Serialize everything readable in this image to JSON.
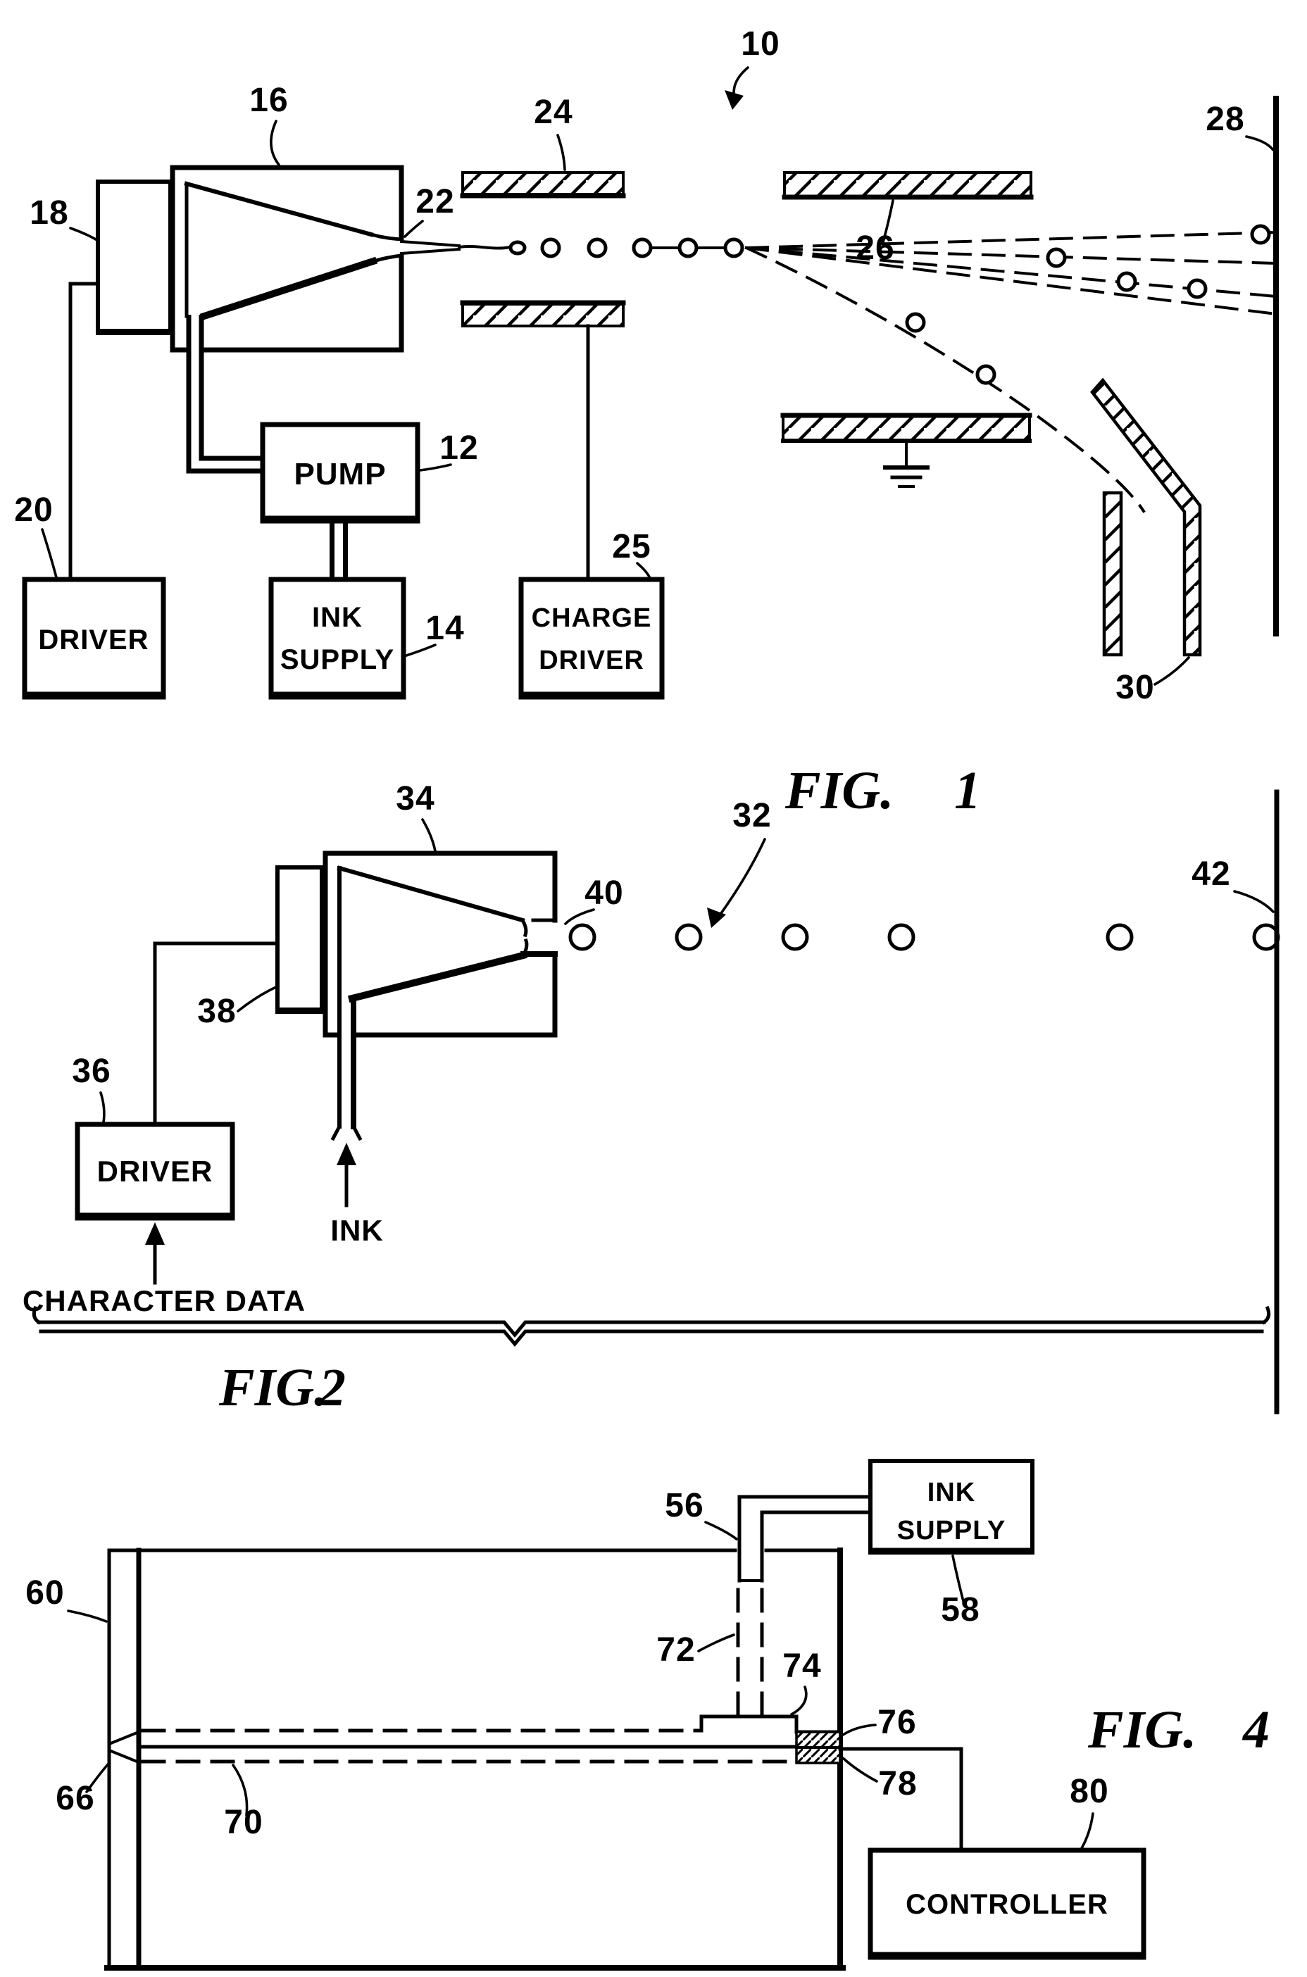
{
  "fig1": {
    "figure_label": "FIG.",
    "figure_number": "1",
    "refs": {
      "r10": "10",
      "r12": "12",
      "r14": "14",
      "r16": "16",
      "r18": "18",
      "r20": "20",
      "r22": "22",
      "r24": "24",
      "r25": "25",
      "r26": "26",
      "r28": "28",
      "r30": "30"
    },
    "driver_box": "DRIVER",
    "pump_box": "PUMP",
    "ink_supply_line1": "INK",
    "ink_supply_line2": "SUPPLY",
    "charge_driver_line1": "CHARGE",
    "charge_driver_line2": "DRIVER"
  },
  "fig2": {
    "figure_label": "FIG.",
    "figure_number": "2",
    "refs": {
      "r32": "32",
      "r34": "34",
      "r36": "36",
      "r38": "38",
      "r40": "40",
      "r42": "42"
    },
    "driver_box": "DRIVER",
    "ink_label": "INK",
    "character_data_label": "CHARACTER DATA"
  },
  "fig4": {
    "figure_label": "FIG.",
    "figure_number": "4",
    "refs": {
      "r56": "56",
      "r58": "58",
      "r60": "60",
      "r66": "66",
      "r70": "70",
      "r72": "72",
      "r74": "74",
      "r76": "76",
      "r78": "78",
      "r80": "80"
    },
    "ink_supply_line1": "INK",
    "ink_supply_line2": "SUPPLY",
    "controller_box": "CONTROLLER"
  }
}
